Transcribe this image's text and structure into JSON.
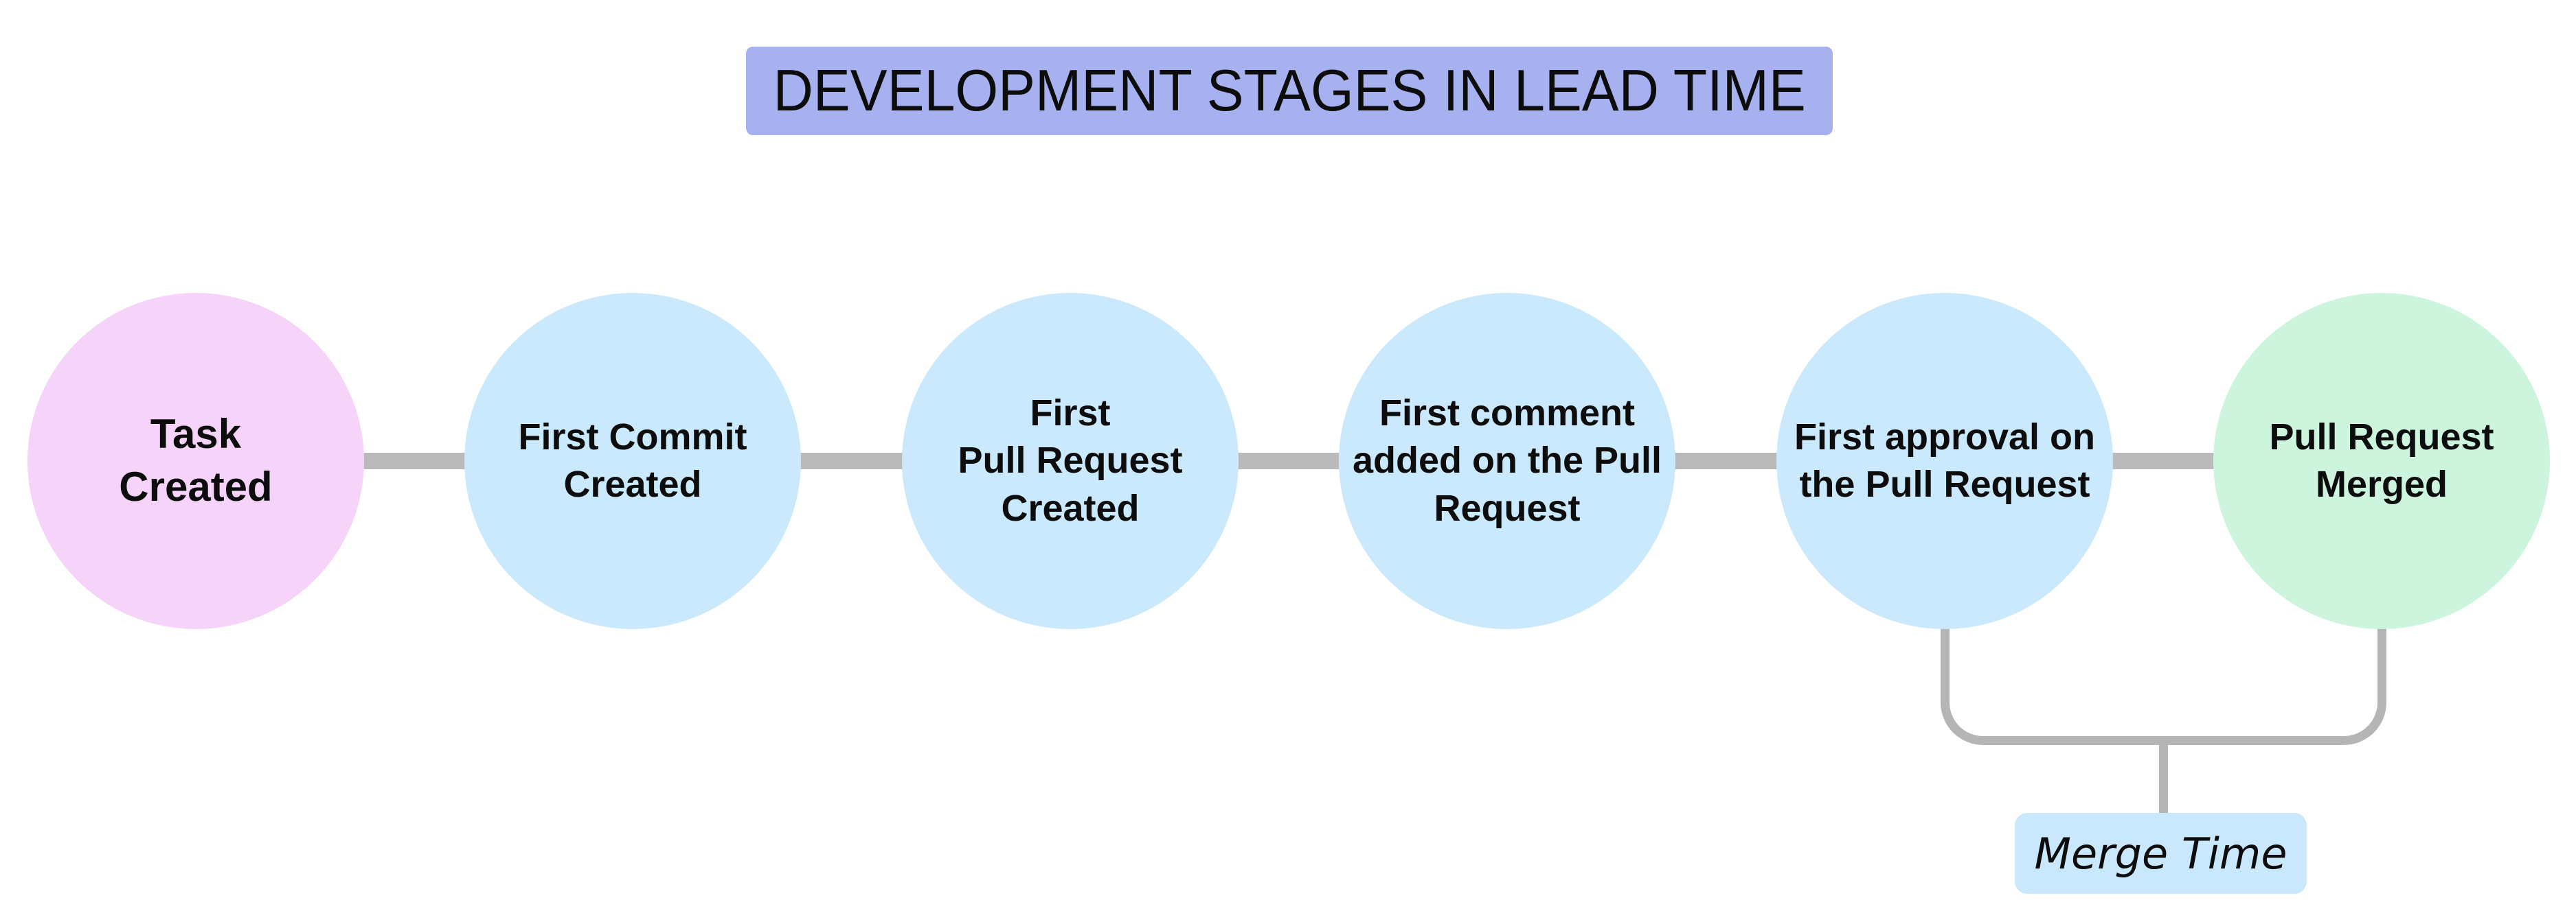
{
  "title": {
    "text": "DEVELOPMENT STAGES IN LEAD TIME",
    "background_color": "#a7b1f0"
  },
  "stages": [
    {
      "label": "Task\nCreated",
      "color": "#f6d4fa",
      "emphasis": true
    },
    {
      "label": "First Commit\nCreated",
      "color": "#cbe9fc"
    },
    {
      "label": "First\nPull Request\nCreated",
      "color": "#cbe9fc"
    },
    {
      "label": "First comment\nadded on the Pull\nRequest",
      "color": "#cbe9fc"
    },
    {
      "label": "First approval on\nthe Pull Request",
      "color": "#cbe9fc"
    },
    {
      "label": "Pull Request\nMerged",
      "color": "#cdf5dd"
    }
  ],
  "annotation": {
    "label": "Merge Time",
    "background_color": "#c9e8fc",
    "spans_stages": [
      "First approval on the Pull Request",
      "Pull Request Merged"
    ]
  },
  "colors": {
    "connector": "#bababa",
    "bracket": "#b5b5b5",
    "text": "#0d0d0d",
    "page_background": "#ffffff"
  }
}
